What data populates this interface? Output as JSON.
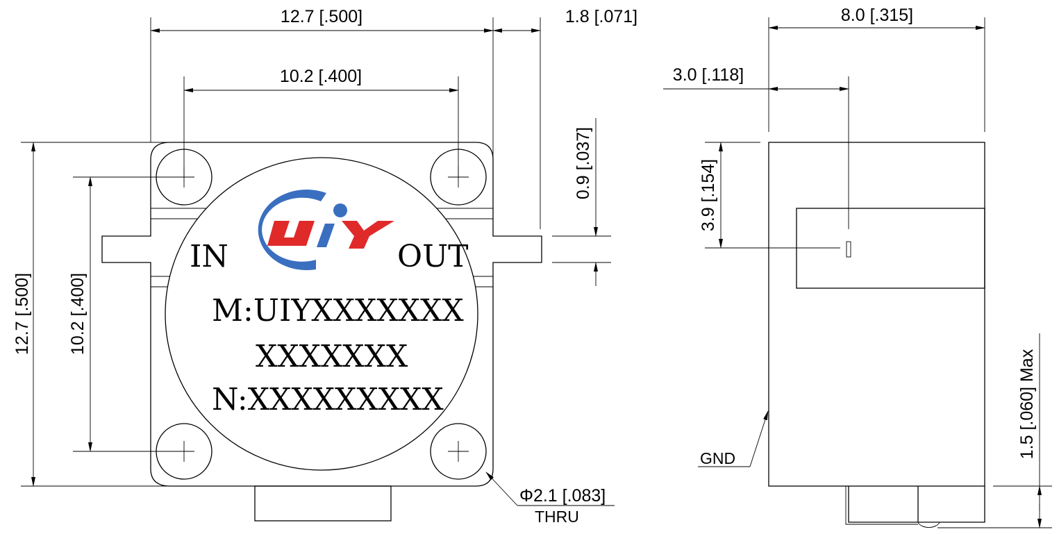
{
  "top_view": {
    "dim_width": "12.7 [.500]",
    "dim_hole_spacing_x": "10.2 [.400]",
    "dim_lead_length": "1.8 [.071]",
    "dim_lead_width": "0.9 [.037]",
    "dim_height": "12.7 [.500]",
    "dim_hole_spacing_y": "10.2 [.400]",
    "hole_callout": "Φ2.1 [.083]",
    "hole_callout_note": "THRU",
    "port_in": "IN",
    "port_out": "OUT",
    "marking_line1": "M:UIYXXXXXXX",
    "marking_line2": "XXXXXXX",
    "marking_line3": "N:XXXXXXXXX",
    "logo_text": "UIY"
  },
  "side_view": {
    "dim_depth": "8.0 [.315]",
    "dim_lead_offset": "3.0 [.118]",
    "dim_lead_height": "3.9 [.154]",
    "dim_standoff": "1.5 [.060] Max",
    "gnd_label": "GND"
  },
  "colors": {
    "logo_blue": "#3a6fc0",
    "logo_red": "#e02a2a"
  }
}
